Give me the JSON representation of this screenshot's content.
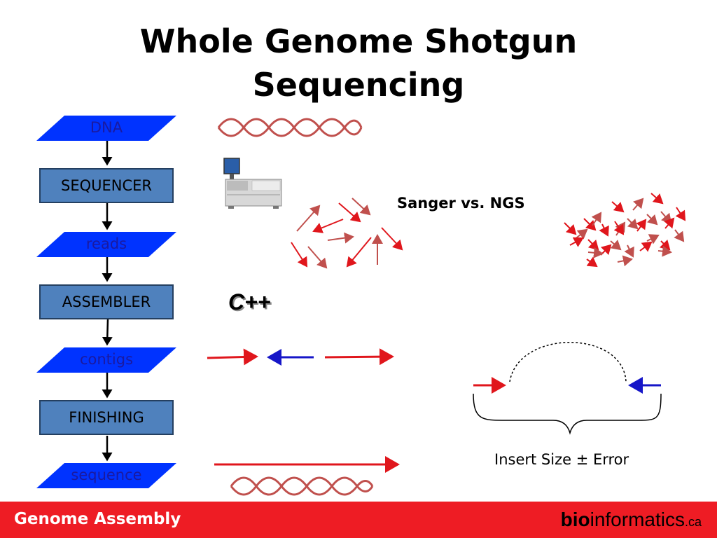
{
  "title": {
    "line1": "Whole Genome Shotgun",
    "line2": "Sequencing"
  },
  "flowchart": {
    "box_color": "#4f81bd",
    "parallelogram_color": "#0033ff",
    "steps": [
      {
        "kind": "data",
        "label": "DNA"
      },
      {
        "kind": "process",
        "label": "SEQUENCER"
      },
      {
        "kind": "data",
        "label": "reads"
      },
      {
        "kind": "process",
        "label": "ASSEMBLER"
      },
      {
        "kind": "data",
        "label": "contigs"
      },
      {
        "kind": "process",
        "label": "FINISHING"
      },
      {
        "kind": "data",
        "label": "sequence"
      }
    ]
  },
  "annotations": {
    "sanger_vs_ngs": "Sanger vs. NGS",
    "cpp": "C++",
    "insert_size": "Insert Size ± Error"
  },
  "colors": {
    "read_red": "#e0161c",
    "read_dark_red": "#c0504d",
    "read_blue": "#1616c8",
    "footer": "#ee1c24"
  },
  "icons": {
    "sequencer": "sequencer-machine-icon",
    "dna_helix": "dna-helix-icon"
  },
  "footer": {
    "left": "Genome Assembly",
    "brand_bold": "bio",
    "brand_main": "informatics",
    "brand_suffix": ".ca"
  }
}
